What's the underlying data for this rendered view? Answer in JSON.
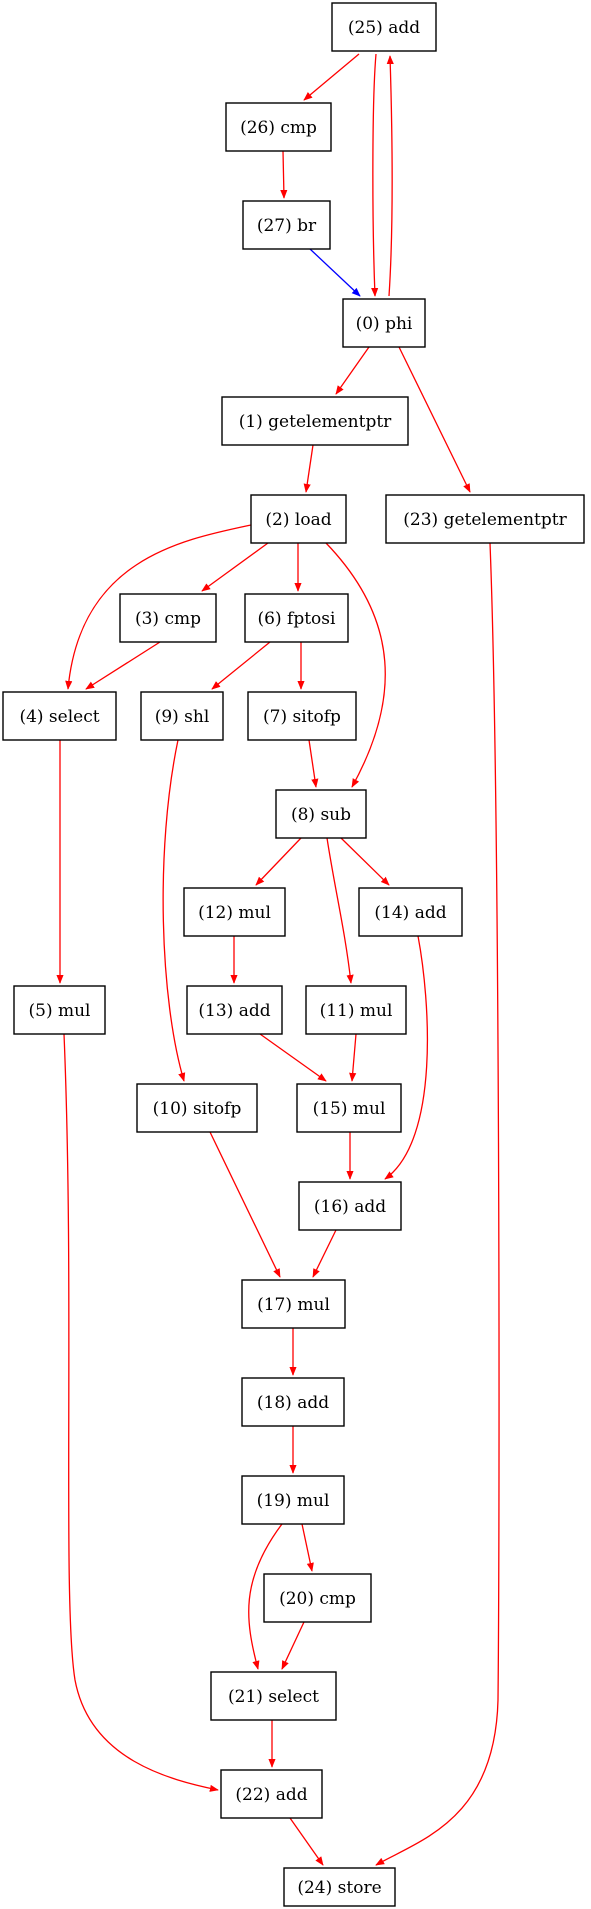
{
  "colors": {
    "data_edge": "#ff0000",
    "control_edge": "#0000ff",
    "node_border": "#000000"
  },
  "nodes": [
    {
      "id": "n25",
      "label": "(25) add"
    },
    {
      "id": "n26",
      "label": "(26) cmp"
    },
    {
      "id": "n27",
      "label": "(27) br"
    },
    {
      "id": "n0",
      "label": "(0) phi"
    },
    {
      "id": "n1",
      "label": "(1) getelementptr"
    },
    {
      "id": "n23",
      "label": "(23) getelementptr"
    },
    {
      "id": "n2",
      "label": "(2) load"
    },
    {
      "id": "n3",
      "label": "(3) cmp"
    },
    {
      "id": "n6",
      "label": "(6) fptosi"
    },
    {
      "id": "n4",
      "label": "(4) select"
    },
    {
      "id": "n9",
      "label": "(9) shl"
    },
    {
      "id": "n7",
      "label": "(7) sitofp"
    },
    {
      "id": "n8",
      "label": "(8) sub"
    },
    {
      "id": "n12",
      "label": "(12) mul"
    },
    {
      "id": "n14",
      "label": "(14) add"
    },
    {
      "id": "n5",
      "label": "(5) mul"
    },
    {
      "id": "n13",
      "label": "(13) add"
    },
    {
      "id": "n11",
      "label": "(11) mul"
    },
    {
      "id": "n10",
      "label": "(10) sitofp"
    },
    {
      "id": "n15",
      "label": "(15) mul"
    },
    {
      "id": "n16",
      "label": "(16) add"
    },
    {
      "id": "n17",
      "label": "(17) mul"
    },
    {
      "id": "n18",
      "label": "(18) add"
    },
    {
      "id": "n19",
      "label": "(19) mul"
    },
    {
      "id": "n20",
      "label": "(20) cmp"
    },
    {
      "id": "n21",
      "label": "(21) select"
    },
    {
      "id": "n22",
      "label": "(22) add"
    },
    {
      "id": "n24",
      "label": "(24) store"
    }
  ],
  "edges": [
    {
      "from": "n25",
      "to": "n26",
      "kind": "data"
    },
    {
      "from": "n25",
      "to": "n0",
      "kind": "data"
    },
    {
      "from": "n0",
      "to": "n25",
      "kind": "data"
    },
    {
      "from": "n26",
      "to": "n27",
      "kind": "data"
    },
    {
      "from": "n27",
      "to": "n0",
      "kind": "control"
    },
    {
      "from": "n0",
      "to": "n1",
      "kind": "data"
    },
    {
      "from": "n0",
      "to": "n23",
      "kind": "data"
    },
    {
      "from": "n1",
      "to": "n2",
      "kind": "data"
    },
    {
      "from": "n2",
      "to": "n4",
      "kind": "data"
    },
    {
      "from": "n2",
      "to": "n3",
      "kind": "data"
    },
    {
      "from": "n2",
      "to": "n6",
      "kind": "data"
    },
    {
      "from": "n2",
      "to": "n8",
      "kind": "data"
    },
    {
      "from": "n3",
      "to": "n4",
      "kind": "data"
    },
    {
      "from": "n6",
      "to": "n9",
      "kind": "data"
    },
    {
      "from": "n6",
      "to": "n7",
      "kind": "data"
    },
    {
      "from": "n7",
      "to": "n8",
      "kind": "data"
    },
    {
      "from": "n4",
      "to": "n5",
      "kind": "data"
    },
    {
      "from": "n9",
      "to": "n10",
      "kind": "data"
    },
    {
      "from": "n8",
      "to": "n12",
      "kind": "data"
    },
    {
      "from": "n8",
      "to": "n11",
      "kind": "data"
    },
    {
      "from": "n8",
      "to": "n14",
      "kind": "data"
    },
    {
      "from": "n12",
      "to": "n13",
      "kind": "data"
    },
    {
      "from": "n13",
      "to": "n15",
      "kind": "data"
    },
    {
      "from": "n11",
      "to": "n15",
      "kind": "data"
    },
    {
      "from": "n15",
      "to": "n16",
      "kind": "data"
    },
    {
      "from": "n14",
      "to": "n16",
      "kind": "data"
    },
    {
      "from": "n10",
      "to": "n17",
      "kind": "data"
    },
    {
      "from": "n16",
      "to": "n17",
      "kind": "data"
    },
    {
      "from": "n17",
      "to": "n18",
      "kind": "data"
    },
    {
      "from": "n18",
      "to": "n19",
      "kind": "data"
    },
    {
      "from": "n19",
      "to": "n20",
      "kind": "data"
    },
    {
      "from": "n19",
      "to": "n21",
      "kind": "data"
    },
    {
      "from": "n20",
      "to": "n21",
      "kind": "data"
    },
    {
      "from": "n21",
      "to": "n22",
      "kind": "data"
    },
    {
      "from": "n5",
      "to": "n22",
      "kind": "data"
    },
    {
      "from": "n22",
      "to": "n24",
      "kind": "data"
    },
    {
      "from": "n23",
      "to": "n24",
      "kind": "data"
    }
  ]
}
